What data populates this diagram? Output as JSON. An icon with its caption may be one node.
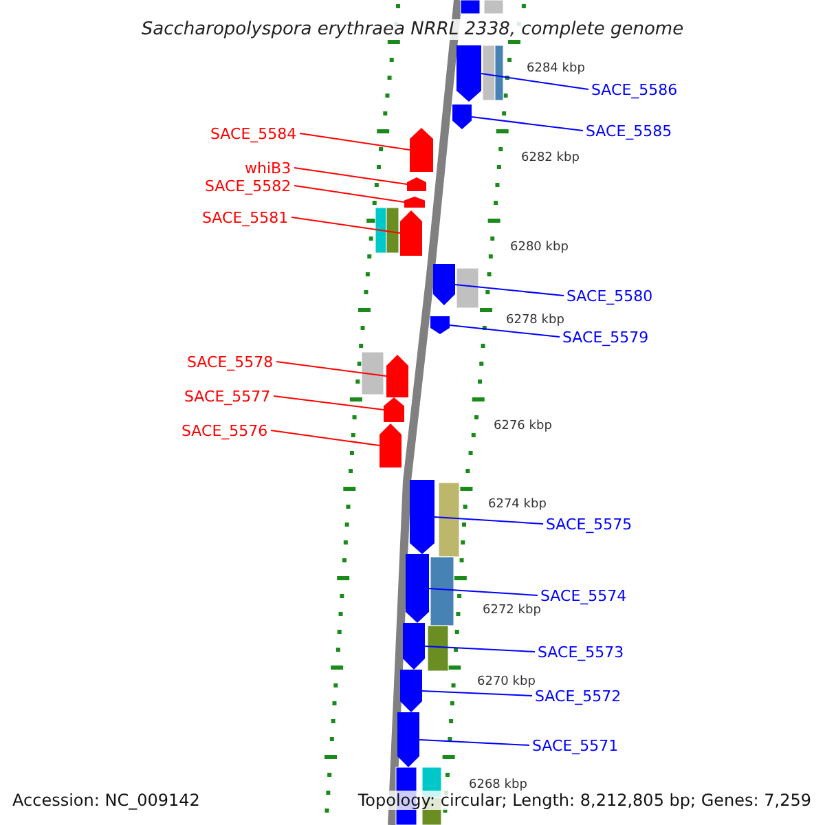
{
  "diagram": {
    "title": "Saccharopolyspora erythraea NRRL 2338, complete genome",
    "nodes": [
      {
        "text": [
          "SACE_5586"
        ]
      },
      {
        "text": [
          "SACE_5585"
        ]
      },
      {
        "text": [
          "SACE_5584"
        ]
      },
      {
        "text": [
          "whiB3"
        ]
      },
      {
        "text": [
          "SACE_5582"
        ]
      },
      {
        "text": [
          "SACE_5581"
        ]
      },
      {
        "text": [
          "SACE_5580"
        ]
      },
      {
        "text": [
          "SACE_5579"
        ]
      },
      {
        "text": [
          "SACE_5578"
        ]
      },
      {
        "text": [
          "SACE_5577"
        ]
      },
      {
        "text": [
          "SACE_5576"
        ]
      },
      {
        "text": [
          "SACE_5575"
        ]
      },
      {
        "text": [
          "SACE_5574"
        ]
      },
      {
        "text": [
          "SACE_5573"
        ]
      },
      {
        "text": [
          "SACE_5572"
        ]
      },
      {
        "text": [
          "SACE_5571"
        ]
      },
      {
        "text": [],
        "shape": "arrow"
      },
      {
        "text": [],
        "shape": "arrow"
      },
      {
        "text": [],
        "shape": "arrow"
      },
      {
        "text": [],
        "shape": "arrow"
      },
      {
        "text": [],
        "shape": "arrow"
      },
      {
        "text": [],
        "shape": "arrow"
      },
      {
        "text": [],
        "shape": "arrow"
      },
      {
        "text": [],
        "shape": "arrow"
      },
      {
        "text": [],
        "shape": "arrow"
      },
      {
        "text": [],
        "shape": "arrow"
      },
      {
        "text": [],
        "shape": "arrow"
      },
      {
        "text": [],
        "shape": "arrow"
      },
      {
        "text": [],
        "shape": "arrow"
      },
      {
        "text": [],
        "shape": "arrow"
      },
      {
        "text": [],
        "shape": "arrow"
      },
      {
        "text": [],
        "shape": "arrow"
      }
    ],
    "edges": [
      {
        "from": 0,
        "to": 16,
        "arrow": "none"
      },
      {
        "from": 1,
        "to": 17,
        "arrow": "none"
      },
      {
        "from": 2,
        "to": 18,
        "arrow": "none",
        "color": "#ff0000"
      },
      {
        "from": 3,
        "to": 19,
        "arrow": "none",
        "color": "#ff0000"
      },
      {
        "from": 4,
        "to": 20,
        "arrow": "none",
        "color": "#ff0000"
      },
      {
        "from": 5,
        "to": 21,
        "arrow": "none",
        "color": "#ff0000"
      },
      {
        "from": 6,
        "to": 22,
        "arrow": "none"
      },
      {
        "from": 7,
        "to": 23,
        "arrow": "none"
      },
      {
        "from": 8,
        "to": 24,
        "arrow": "none",
        "color": "#ff0000"
      },
      {
        "from": 9,
        "to": 25,
        "arrow": "none",
        "color": "#ff0000"
      },
      {
        "from": 10,
        "to": 26,
        "arrow": "none",
        "color": "#ff0000"
      },
      {
        "from": 11,
        "to": 27,
        "arrow": "none"
      },
      {
        "from": 12,
        "to": 28,
        "arrow": "none"
      },
      {
        "from": 13,
        "to": 29,
        "arrow": "none"
      },
      {
        "from": 14,
        "to": 30,
        "arrow": "none"
      },
      {
        "from": 15,
        "to": 31,
        "arrow": "none"
      }
    ],
    "labels": [
      "6284 kbp",
      "6282 kbp",
      "6280 kbp",
      "6278 kbp",
      "6276 kbp",
      "6274 kbp",
      "6272 kbp",
      "6270 kbp",
      "6268 kbp",
      "Accession: NC_009142",
      "Topology: circular; Length: 8,212,805 bp; Genes: 7,259"
    ]
  }
}
